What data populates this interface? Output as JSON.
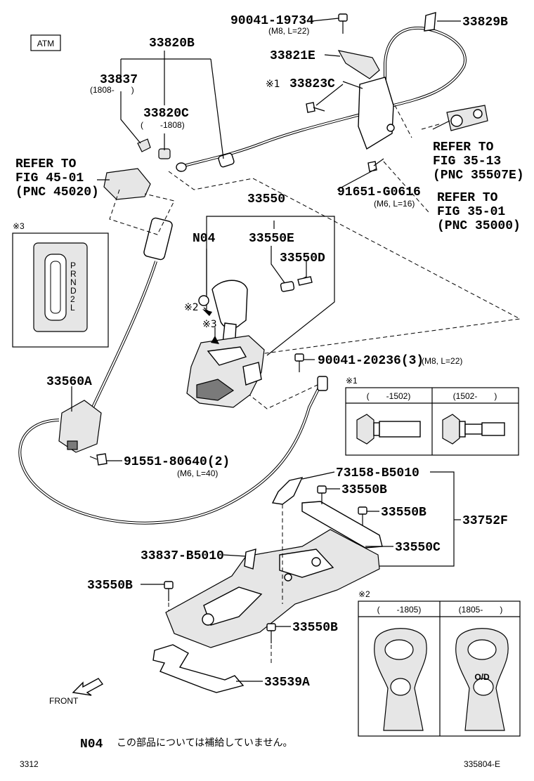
{
  "labels": {
    "atm": "ATM",
    "p33820b": "33820B",
    "p33837": "33837",
    "p33837_range": "(1808-　　)",
    "p33820c": "33820C",
    "p33820c_range": "(　　-1808)",
    "p90041_19734": "90041-19734",
    "p90041_19734_spec": "(M8, L=22)",
    "p33829b": "33829B",
    "p33821e": "33821E",
    "p33823c_mark": "※1",
    "p33823c": "33823C",
    "refer_4501_a": "REFER TO",
    "refer_4501_b": "FIG 45-01",
    "refer_4501_c": "(PNC 45020)",
    "refer_3513_a": "REFER TO",
    "refer_3513_b": "FIG 35-13",
    "refer_3513_c": "(PNC 35507E)",
    "p91651": "91651-G0616",
    "p91651_spec": "(M6, L=16)",
    "refer_3501_a": "REFER TO",
    "refer_3501_b": "FIG 35-01",
    "refer_3501_c": "(PNC 35000)",
    "p33550": "33550",
    "n04": "N04",
    "p33550e": "33550E",
    "p33550d": "33550D",
    "mark3_box": "※3",
    "mark2_arrow": "※2",
    "mark3_arrow": "※3",
    "p90041_20236": "90041-20236(3)",
    "p90041_20236_spec": "(M8, L=22)",
    "p33560a": "33560A",
    "p91551": "91551-80640(2)",
    "p91551_spec": "(M6, L=40)",
    "p73158": "73158-B5010",
    "p33550b_1": "33550B",
    "p33550b_2": "33550B",
    "p33752f": "33752F",
    "p33837_b5010": "33837-B5010",
    "p33550c": "33550C",
    "p33550b_3": "33550B",
    "p33550b_4": "33550B",
    "p33539a": "33539A",
    "front": "FRONT",
    "n04_note_code": "N04",
    "n04_note_text": "この部品については補給していません。",
    "footer_left": "3312",
    "footer_right": "335804-E"
  },
  "inset_bolts": {
    "mark": "※1",
    "col1": "(　　-1502)",
    "col2": "(1502-　　)"
  },
  "inset_knob": {
    "mark": "※2",
    "col1": "(　　-1805)",
    "col2": "(1805-　　)",
    "knob_text": "O/D"
  },
  "indicator_letters": [
    "P",
    "R",
    "N",
    "D",
    "2",
    "L"
  ]
}
